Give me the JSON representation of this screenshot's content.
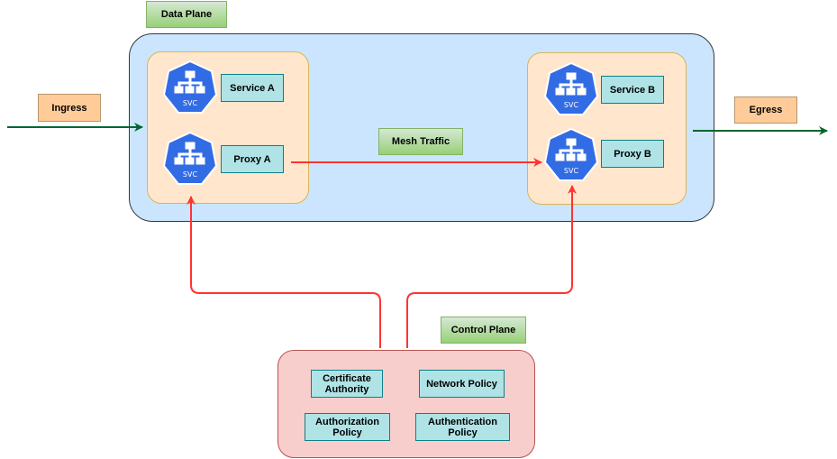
{
  "data_plane": {
    "title": "Data Plane"
  },
  "control_plane": {
    "title": "Control Plane"
  },
  "ingress": {
    "label": "Ingress"
  },
  "egress": {
    "label": "Egress"
  },
  "mesh_traffic": {
    "label": "Mesh Traffic"
  },
  "pod_a": {
    "service": "Service A",
    "proxy": "Proxy A"
  },
  "pod_b": {
    "service": "Service B",
    "proxy": "Proxy B"
  },
  "svc_icon_text": "SVC",
  "policies": {
    "certificate_authority": "Certificate Authority",
    "network_policy": "Network Policy",
    "authorization_policy": "Authorization Policy",
    "authentication_policy": "Authentication Policy"
  },
  "colors": {
    "ingress_egress_arrow": "#006633",
    "control_arrow": "#ff3333",
    "svc_icon": "#326ce5"
  }
}
